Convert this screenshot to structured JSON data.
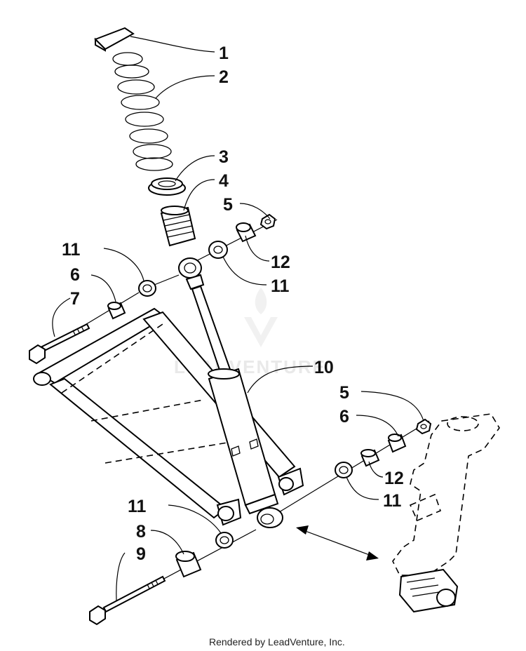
{
  "callouts": {
    "c1": "1",
    "c2": "2",
    "c3": "3",
    "c4": "4",
    "c5_top": "5",
    "c11_left": "11",
    "c6_left": "6",
    "c7": "7",
    "c12_top": "12",
    "c11_mid": "11",
    "c10": "10",
    "c5_right": "5",
    "c6_right": "6",
    "c12_right": "12",
    "c11_right": "11",
    "c11_bottom": "11",
    "c8": "8",
    "c9": "9"
  },
  "watermark": "LEADVENTURE",
  "footer": "Rendered by LeadVenture, Inc."
}
